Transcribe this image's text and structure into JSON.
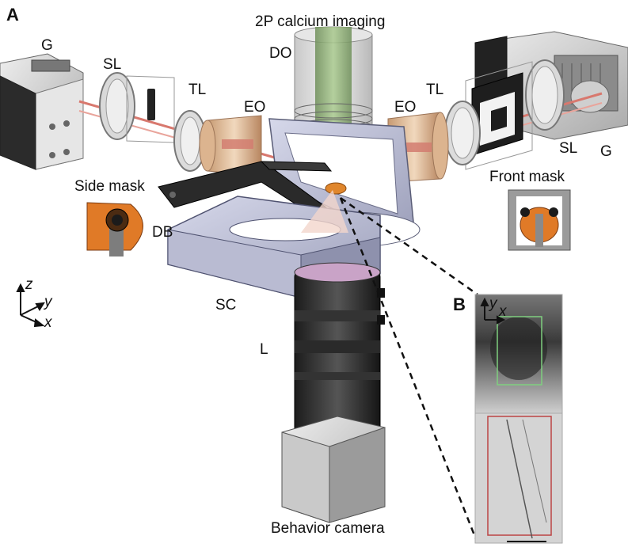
{
  "figure": {
    "panel_a": "A",
    "panel_b": "B",
    "title": "2P calcium imaging",
    "labels": {
      "g_left": "G",
      "sl_left": "SL",
      "tl_left": "TL",
      "eo_left": "EO",
      "do": "DO",
      "eo_right": "EO",
      "tl_right": "TL",
      "sl_right": "SL",
      "g_right": "G",
      "side_mask": "Side mask",
      "front_mask": "Front mask",
      "db": "DB",
      "sc": "SC",
      "l": "L",
      "behavior_camera": "Behavior camera"
    },
    "axes_left": {
      "z": "z",
      "y": "y",
      "x": "x"
    },
    "axes_b": {
      "y": "y",
      "x": "x"
    }
  }
}
